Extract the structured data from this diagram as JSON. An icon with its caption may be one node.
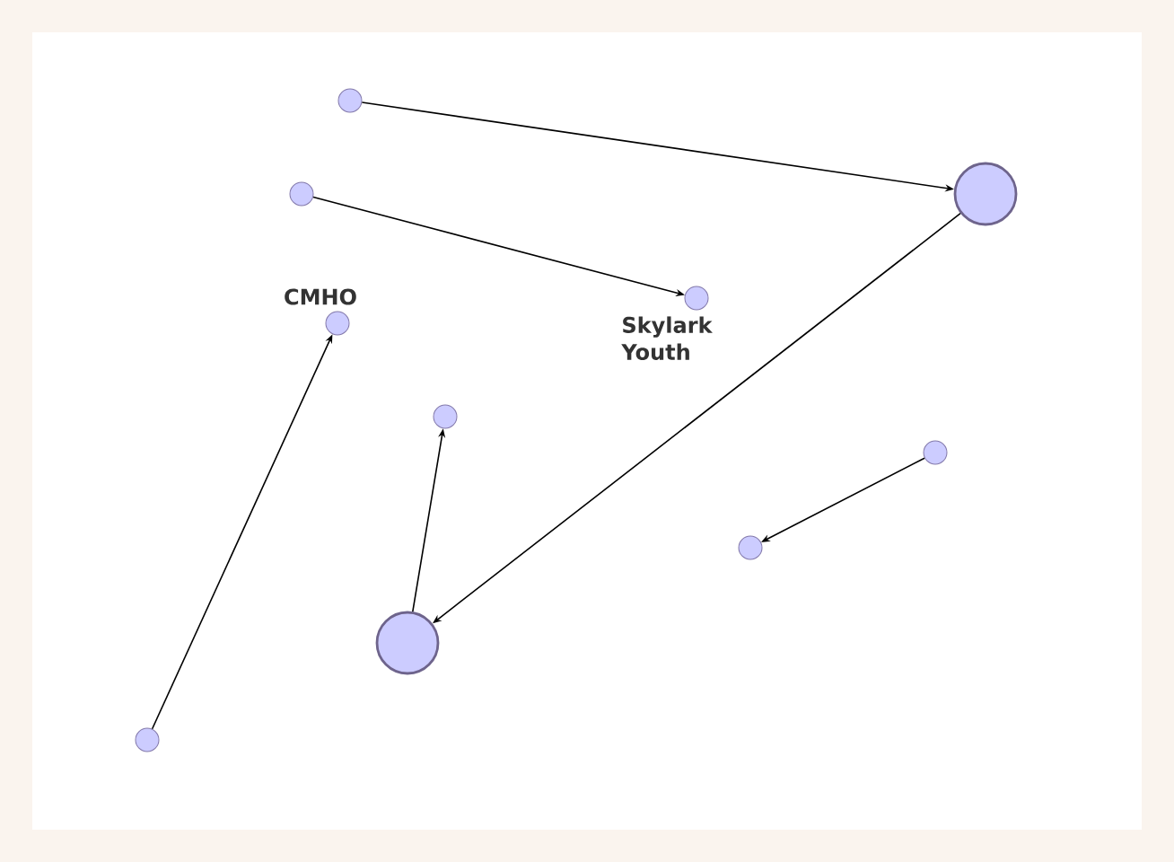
{
  "diagram": {
    "nodes": [
      {
        "text": [],
        "shape": "circle"
      },
      {
        "text": [],
        "shape": "circle"
      },
      {
        "text": [],
        "shape": "circle"
      },
      {
        "text": [],
        "shape": "circle",
        "beside": [
          "Skylark Youth"
        ]
      },
      {
        "text": [],
        "shape": "circle",
        "beside": [
          "CMHO"
        ]
      },
      {
        "text": [],
        "shape": "circle"
      },
      {
        "text": [],
        "shape": "circle"
      },
      {
        "text": [],
        "shape": "circle"
      },
      {
        "text": [],
        "shape": "circle"
      },
      {
        "text": [],
        "shape": "circle"
      }
    ],
    "edges": [
      {
        "from": 0,
        "to": 1,
        "arrow": "to"
      },
      {
        "from": 2,
        "to": 3,
        "arrow": "to"
      },
      {
        "from": 9,
        "to": 4,
        "arrow": "to"
      },
      {
        "from": 8,
        "to": 5,
        "arrow": "to"
      },
      {
        "from": 1,
        "to": 8,
        "arrow": "to"
      },
      {
        "from": 6,
        "to": 7,
        "arrow": "to"
      }
    ]
  }
}
